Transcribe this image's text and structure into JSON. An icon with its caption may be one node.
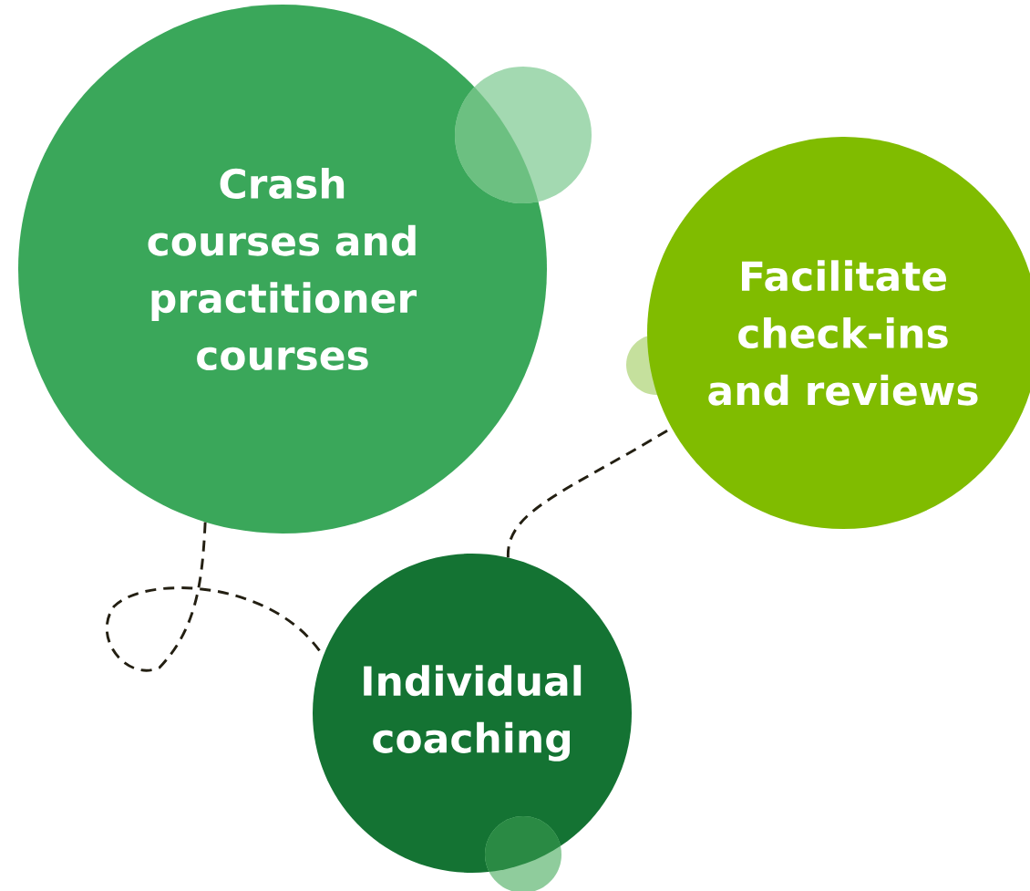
{
  "diagram": {
    "nodes": [
      {
        "text": [
          "Crash courses and practitioner courses"
        ]
      },
      {
        "text": [
          "Facilitate check-ins and reviews"
        ]
      },
      {
        "text": [
          "Individual coaching"
        ]
      }
    ],
    "edges": [
      {
        "from": 0,
        "to": 2,
        "arrow": "none",
        "style": "dashed"
      },
      {
        "from": 2,
        "to": 1,
        "arrow": "none",
        "style": "dashed"
      }
    ]
  }
}
